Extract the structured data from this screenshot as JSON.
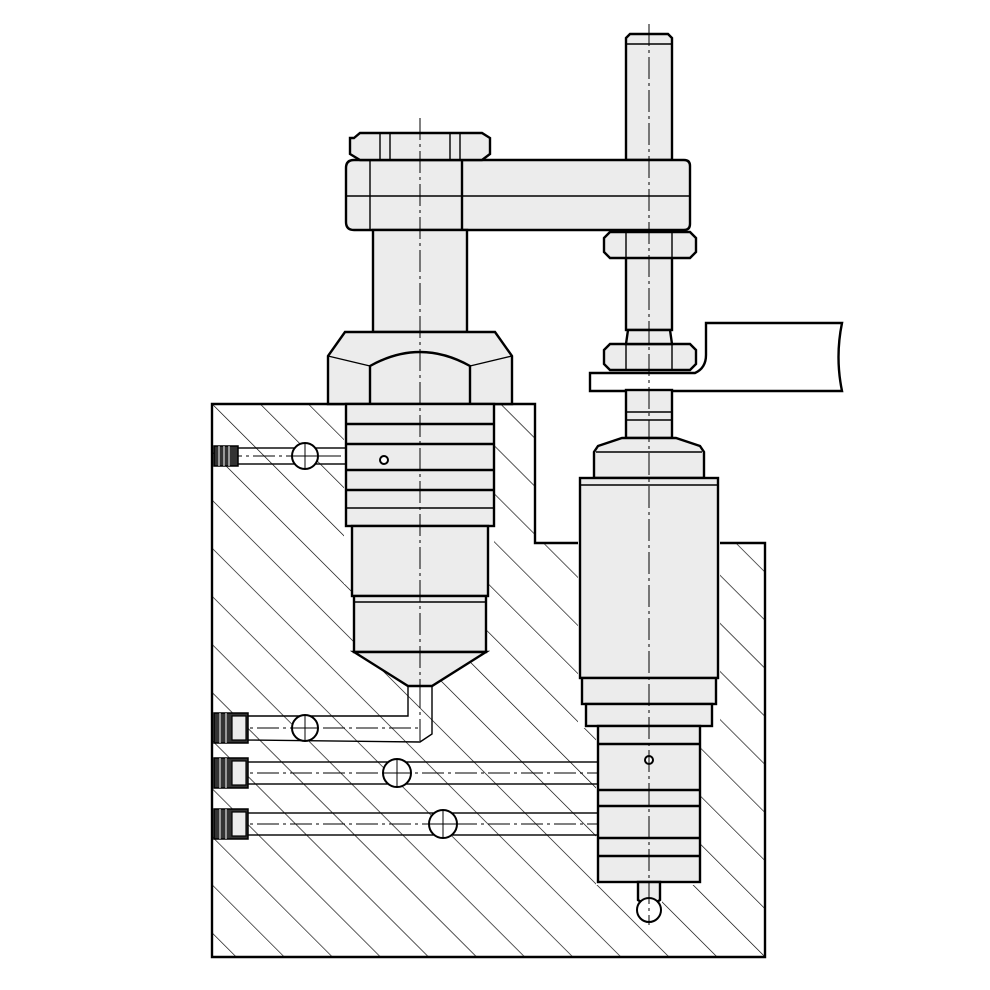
{
  "colors": {
    "background": "#ffffff",
    "part_fill": "#ececec",
    "workpiece_fill": "#b0b0b0",
    "line": "#000000"
  },
  "elements": [
    "manifold-block",
    "swing-clamp-cylinder",
    "clamp-arm",
    "clamping-bolt",
    "workpiece",
    "valve-cartridge",
    "oil-channel",
    "plug-screw"
  ]
}
